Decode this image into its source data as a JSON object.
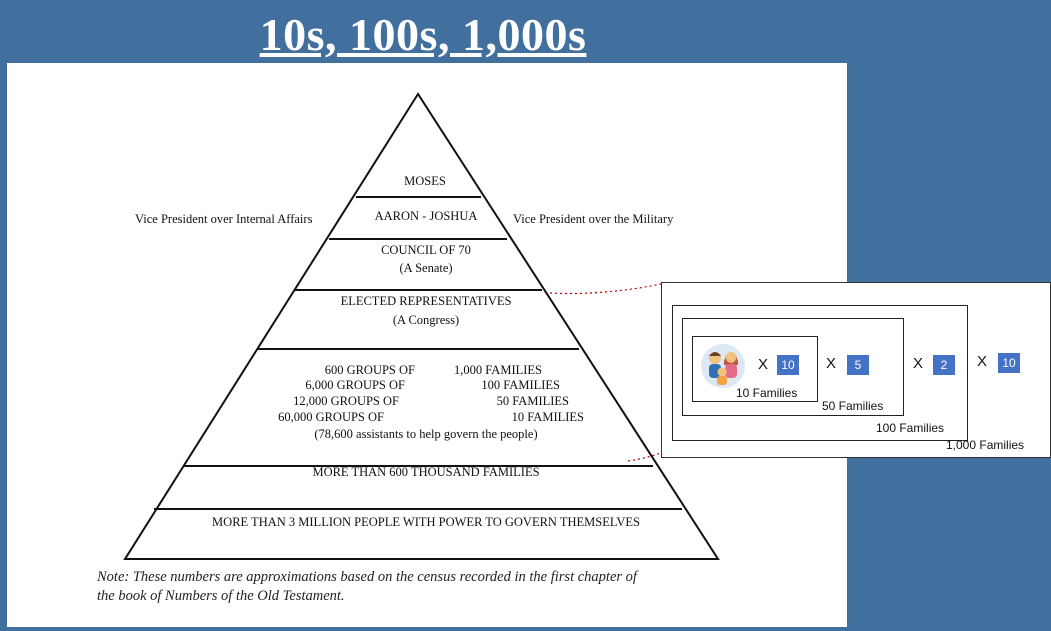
{
  "title": "10s, 100s, 1,000s",
  "pyramid": {
    "tiers": {
      "moses": "MOSES",
      "aaron": "AARON - JOSHUA",
      "council_line1": "COUNCIL OF 70",
      "council_line2": "(A Senate)",
      "elected_line1": "ELECTED REPRESENTATIVES",
      "elected_line2": "(A Congress)",
      "groups": [
        {
          "left": "600 GROUPS OF",
          "right": "1,000 FAMILIES"
        },
        {
          "left": "6,000 GROUPS OF",
          "right": "100 FAMILIES"
        },
        {
          "left": "12,000 GROUPS OF",
          "right": "50 FAMILIES"
        },
        {
          "left": "60,000 GROUPS OF",
          "right": "10 FAMILIES"
        }
      ],
      "assistants": "(78,600 assistants to help govern the people)",
      "families": "MORE THAN 600 THOUSAND  FAMILIES",
      "people": "MORE THAN 3 MILLION PEOPLE WITH POWER TO GOVERN THEMSELVES"
    },
    "side_left": "Vice President over Internal Affairs",
    "side_right": "Vice President over the Military",
    "note_line1": "Note:  These numbers are approximations based on the census recorded in the first chapter of",
    "note_line2": "the book of Numbers of the Old Testament."
  },
  "families_diagram": {
    "x_symbol": "X",
    "multipliers": [
      "10",
      "5",
      "2",
      "10"
    ],
    "labels": [
      "10 Families",
      "50 Families",
      "100 Families",
      "1,000 Families"
    ],
    "icon": "family-icon",
    "colors": {
      "multiplier_box": "#4472c4",
      "background": "#41709f",
      "connector": "#c00000"
    }
  }
}
